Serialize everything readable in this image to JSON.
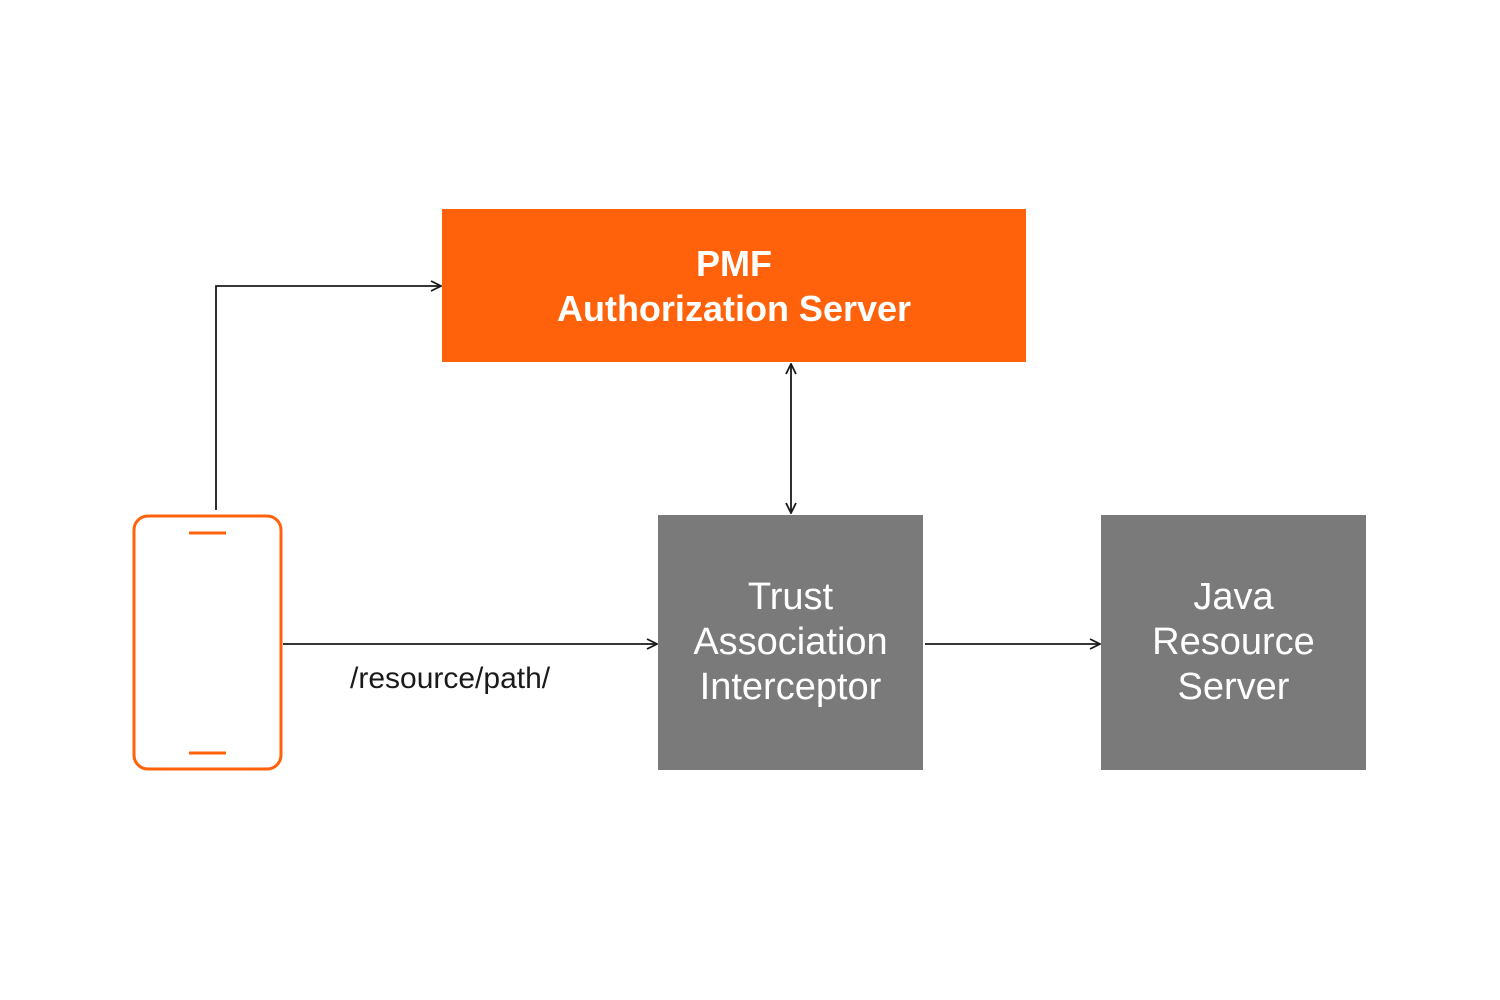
{
  "colors": {
    "accent": "#ff620a",
    "box_grey": "#7a7a7b",
    "connector": "#1a1a1a"
  },
  "auth_server": {
    "line1": "PMF",
    "line2": "Authorization Server"
  },
  "trust_interceptor": {
    "line1": "Trust",
    "line2": "Association",
    "line3": "Interceptor"
  },
  "java_server": {
    "line1": "Java",
    "line2": "Resource",
    "line3": "Server"
  },
  "request_label": "/resource/path/",
  "client_icon": "mobile-phone-icon"
}
